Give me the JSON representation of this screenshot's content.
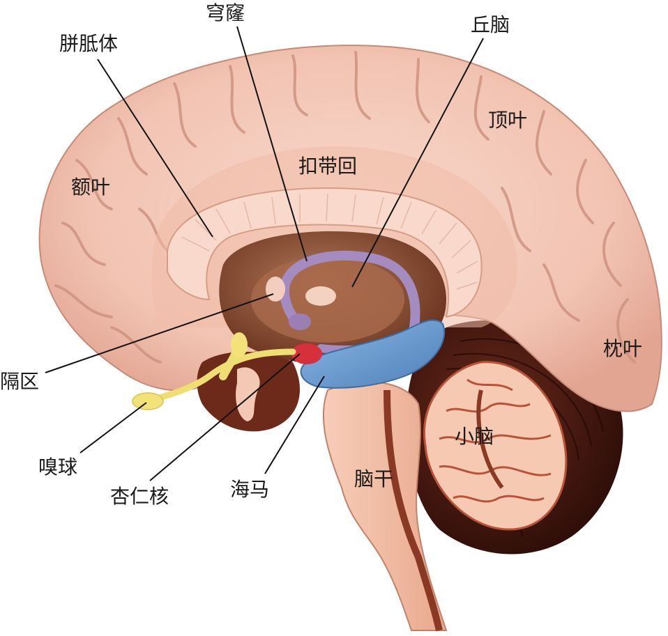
{
  "labels": {
    "corpus_callosum": "胼胝体",
    "fornix": "穹窿",
    "thalamus": "丘脑",
    "parietal_lobe": "顶叶",
    "cingulate_gyrus": "扣带回",
    "frontal_lobe": "额叶",
    "occipital_lobe": "枕叶",
    "septal_area": "隔区",
    "olfactory_bulb": "嗅球",
    "amygdala": "杏仁核",
    "hippocampus": "海马",
    "brainstem": "脑干",
    "cerebellum": "小脑"
  },
  "colors": {
    "cortex": "#f2c6b6",
    "cortex_shadow": "#d99a88",
    "corpus_callosum": "#f8d6c8",
    "diencephalon": "#8a4a2c",
    "thalamus": "#a8694a",
    "fornix": "#a48cc0",
    "hippocampus": "#6f9fd2",
    "amygdala": "#d6303c",
    "olfactory": "#f2e27a",
    "brainstem": "#f4bea6",
    "cerebellum_dark": "#4a1a12",
    "cerebellum_light": "#f6c9b2"
  }
}
